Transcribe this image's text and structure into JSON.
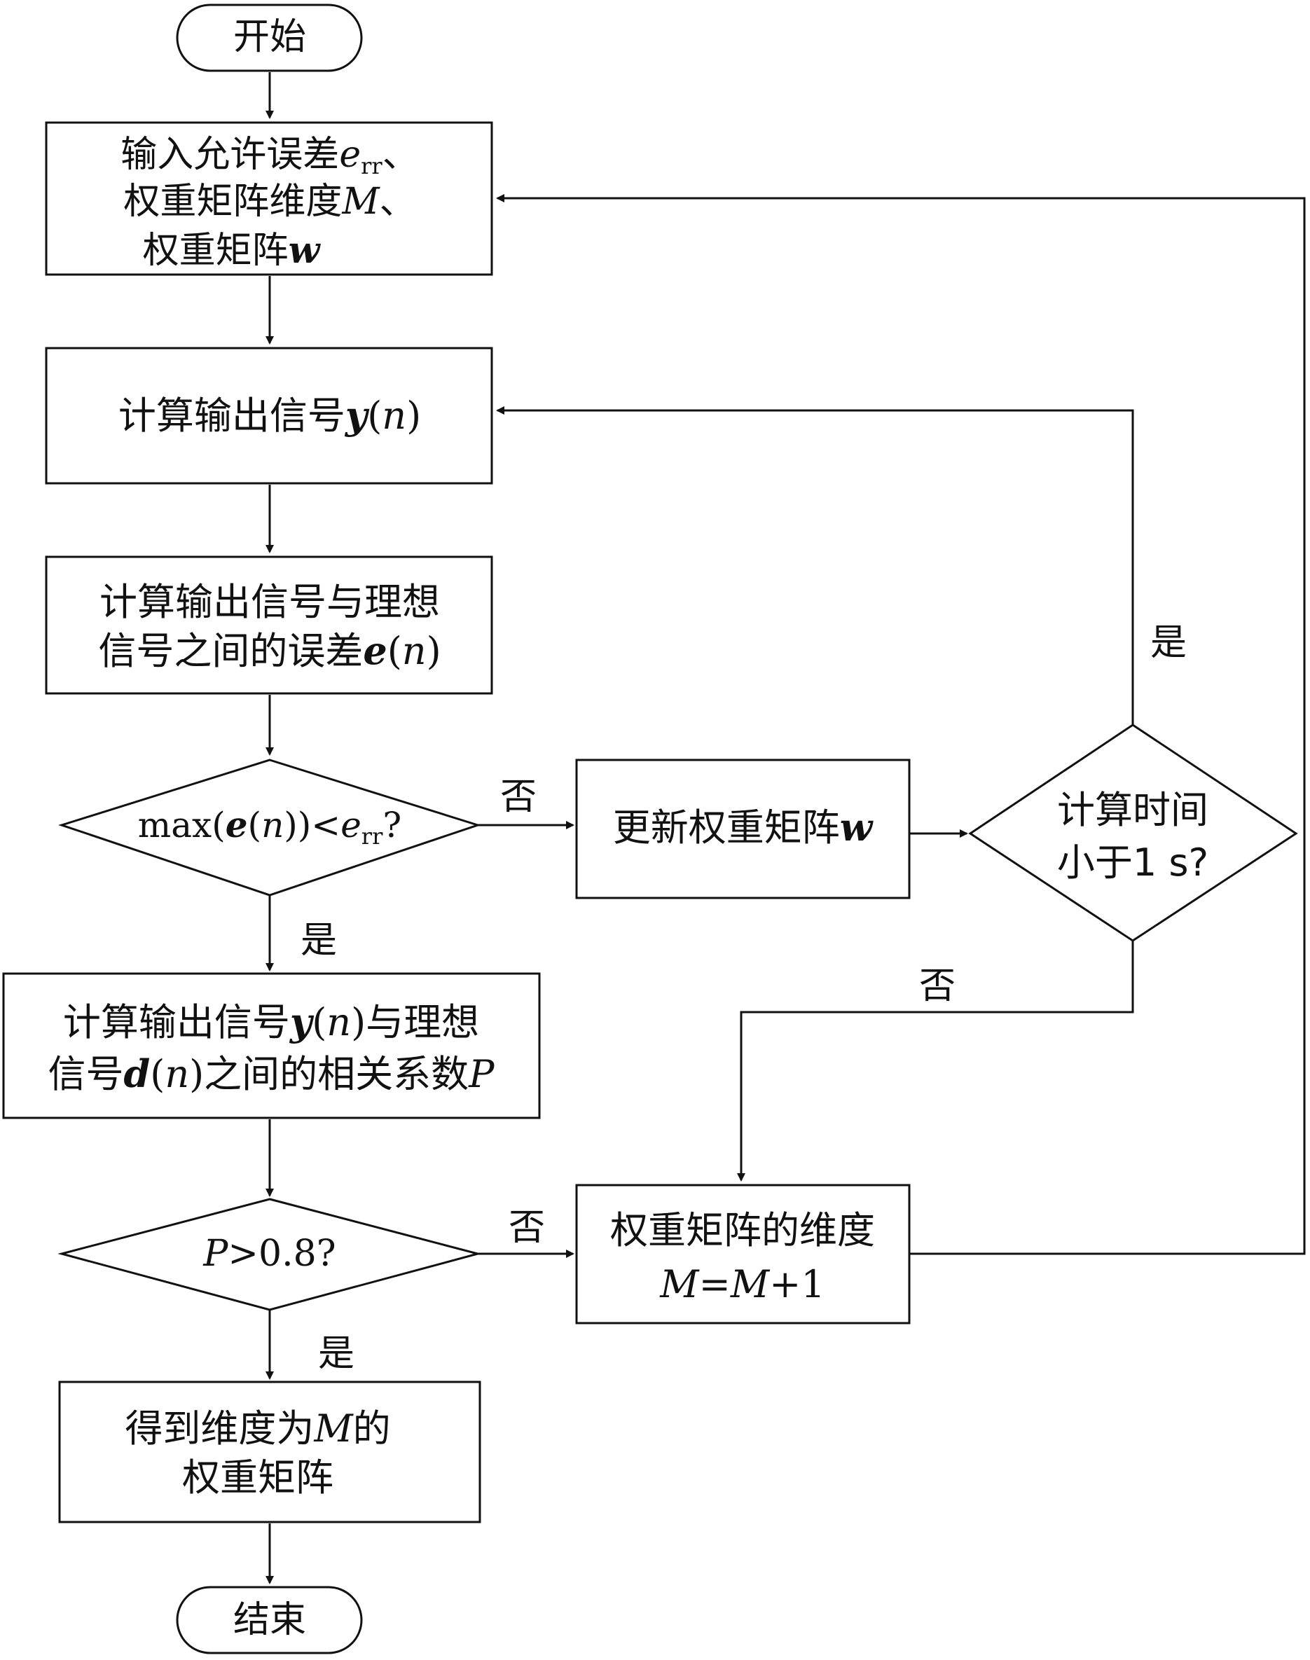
{
  "nodes": {
    "start": "开始",
    "input": {
      "line1_a": "输入允许误差",
      "line1_var": "e",
      "line1_sub": "rr",
      "line1_c": "、",
      "line2_a": "权重矩阵维度",
      "line2_var": "M",
      "line2_c": "、",
      "line3_a": "权重矩阵",
      "line3_var": "w"
    },
    "compute_y": {
      "a": "计算输出信号",
      "var": "y",
      "paren_open": "(",
      "arg": "n",
      "paren_close": ")"
    },
    "compute_err": {
      "line1": "计算输出信号与理想",
      "line2_a": "信号之间的误差",
      "line2_var": "e",
      "line2_open": "(",
      "line2_arg": "n",
      "line2_close": ")"
    },
    "decision_err": {
      "a": "max(",
      "var": "e",
      "b": "(",
      "arg": "n",
      "c": "))<",
      "err_var": "e",
      "err_sub": "rr",
      "d": "?"
    },
    "update_w": {
      "a": "更新权重矩阵",
      "var": "w"
    },
    "decision_time": {
      "line1": "计算时间",
      "line2": "小于1 s?"
    },
    "compute_p": {
      "line1_a": "计算输出信号",
      "line1_var": "y",
      "line1_open": "(",
      "line1_arg": "n",
      "line1_close": ")",
      "line1_b": "与理想",
      "line2_a": "信号",
      "line2_var": "d",
      "line2_open": "(",
      "line2_arg": "n",
      "line2_close": ")",
      "line2_b": "之间的相关系数",
      "line2_p": "P"
    },
    "decision_p": {
      "var": "P",
      "a": ">0.8?"
    },
    "increment_m": {
      "line1": "权重矩阵的维度",
      "line2_a": "M",
      "line2_eq": "=",
      "line2_b": "M",
      "line2_c": "+1"
    },
    "result": {
      "line1_a": "得到维度为",
      "line1_var": "M",
      "line1_b": "的",
      "line2": "权重矩阵"
    },
    "end": "结束"
  },
  "edge_labels": {
    "err_no": "否",
    "err_yes": "是",
    "time_yes": "是",
    "time_no": "否",
    "p_no": "否",
    "p_yes": "是"
  }
}
